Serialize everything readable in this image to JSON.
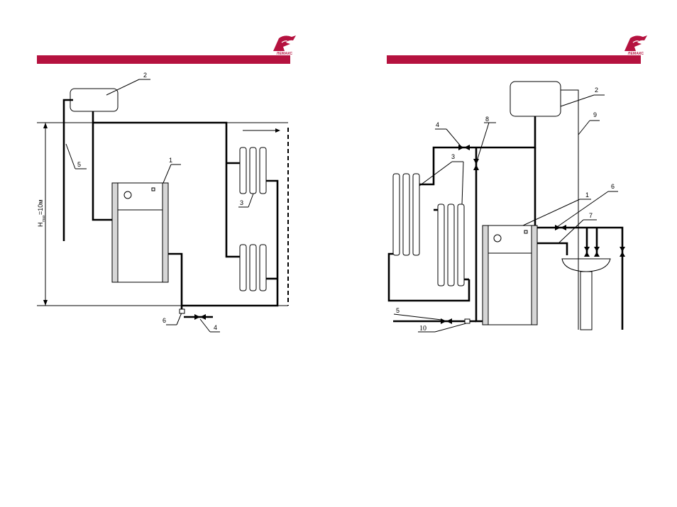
{
  "brand": {
    "name": "ЛЕМАКС",
    "color": "#b5123f"
  },
  "left_diagram": {
    "labels": {
      "boiler": "1",
      "tank": "2",
      "radiators": "3",
      "valve": "4",
      "pipe": "5",
      "fitting": "6"
    },
    "height_label": {
      "main": "H",
      "subscript": "max",
      "value": "=10м"
    }
  },
  "right_diagram": {
    "labels": {
      "boiler": "1",
      "tank": "2",
      "radiators": "3",
      "valve_top": "4",
      "valve_bottom": "5",
      "valve_right": "6",
      "sink_pipe": "7",
      "valve_vertical": "8",
      "overflow": "9",
      "fitting": "10"
    }
  }
}
